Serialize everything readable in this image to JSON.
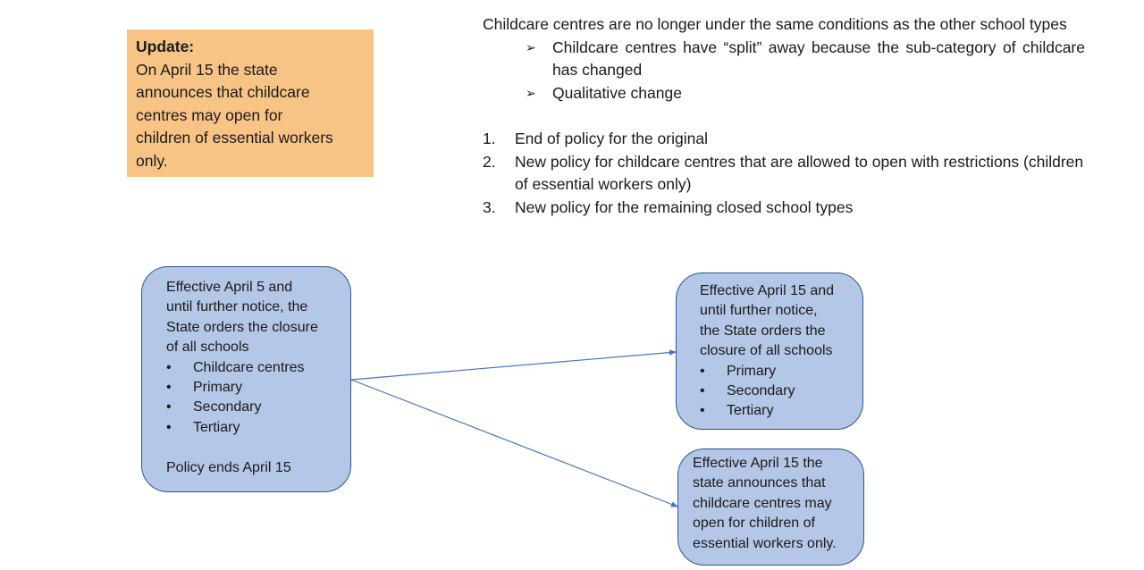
{
  "update": {
    "title": "Update:",
    "lines": [
      "On April 15 the state",
      "announces that childcare",
      "centres may open for",
      "children of essential workers",
      "only."
    ]
  },
  "notes": {
    "intro": "Childcare centres are no longer under the same conditions as the other school types",
    "points": [
      {
        "bullet": "➢",
        "text": "Childcare centres have “split” away because the sub-category of childcare has changed"
      },
      {
        "bullet": "➢",
        "text": "Qualitative change"
      }
    ],
    "numbered": [
      {
        "num": "1.",
        "text": "End of policy for the original"
      },
      {
        "num": "2.",
        "text": "New policy for childcare centres that are allowed to open with restrictions (children of essential workers only)"
      },
      {
        "num": "3.",
        "text": "New policy for the remaining closed school types"
      }
    ]
  },
  "box_original": {
    "lines": [
      "Effective April 5 and",
      "until further notice, the",
      "State orders the closure",
      "of all schools"
    ],
    "bullet": "•",
    "items": [
      "Childcare centres",
      "Primary",
      "Secondary",
      "Tertiary"
    ],
    "footer": "Policy ends April 15"
  },
  "box_remaining": {
    "lines": [
      "Effective April 15 and",
      "until further notice,",
      "the State orders the",
      "closure of all schools"
    ],
    "bullet": "•",
    "items": [
      "Primary",
      "Secondary",
      "Tertiary"
    ]
  },
  "box_childcare": {
    "lines": [
      "Effective April 15 the",
      "state announces that",
      "childcare centres may",
      "open for children of",
      "essential workers only."
    ]
  },
  "colors": {
    "update_fill": "#f7c485",
    "box_fill": "#b4c7e7",
    "box_border": "#2f5597",
    "arrow": "#4472c4"
  }
}
